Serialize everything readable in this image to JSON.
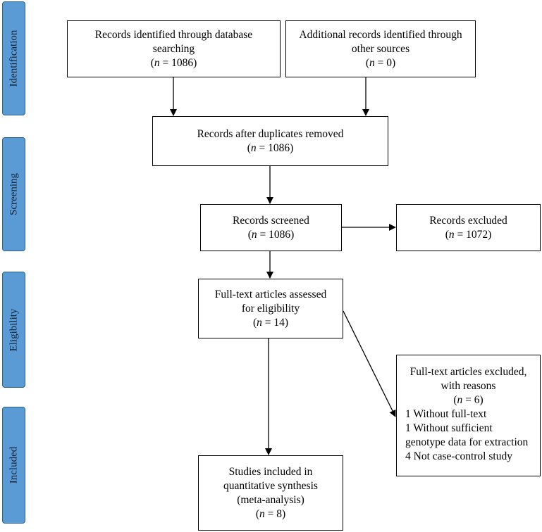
{
  "phases": {
    "identification": "Identification",
    "screening": "Screening",
    "eligibility": "Eligibility",
    "included": "Included"
  },
  "boxes": {
    "identified": {
      "line1": "Records identified through database",
      "line2": "searching",
      "n_value": "1086"
    },
    "additional": {
      "line1": "Additional records identified through",
      "line2": "other sources",
      "n_value": "0"
    },
    "duplicates": {
      "line1": "Records after duplicates removed",
      "n_value": "1086"
    },
    "screened": {
      "line1": "Records screened",
      "n_value": "1086"
    },
    "excluded": {
      "line1": "Records excluded",
      "n_value": "1072"
    },
    "fulltext": {
      "line1": "Full-text articles assessed",
      "line2": "for eligibility",
      "n_value": "14"
    },
    "fulltext_excluded": {
      "line1": "Full-text articles excluded,",
      "line2": "with reasons",
      "n_value": "6",
      "reasons": [
        "1 Without full-text",
        "1 Without sufficient",
        "genotype data for extraction",
        "4 Not case-control study"
      ]
    },
    "included": {
      "line1": "Studies included in",
      "line2": "quantitative synthesis",
      "line3": "(meta-analysis)",
      "n_value": "8"
    }
  },
  "colors": {
    "phase_fill": "#5b9bd5",
    "phase_border": "#2a5f8f",
    "line": "#000000"
  }
}
